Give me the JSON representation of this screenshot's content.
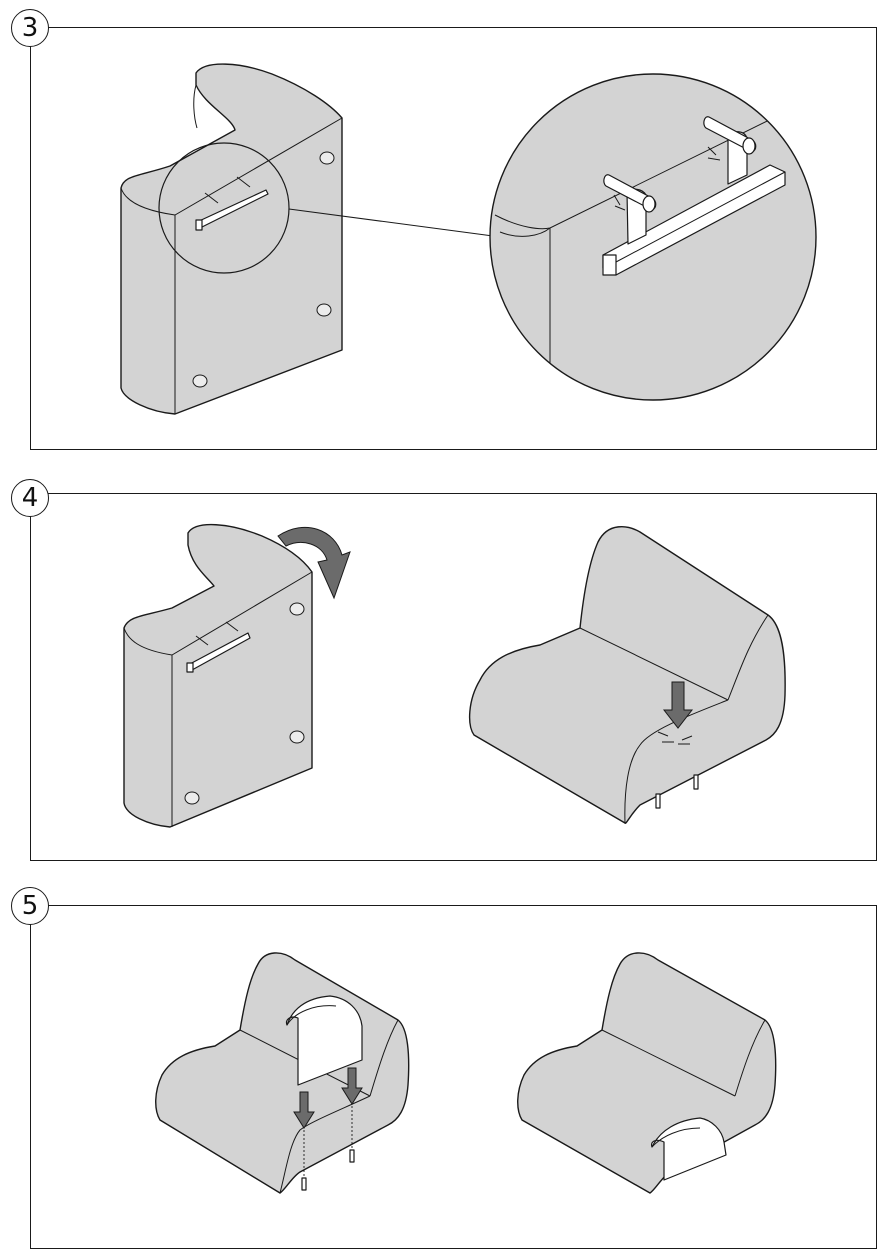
{
  "steps": [
    {
      "number": "3"
    },
    {
      "number": "4"
    },
    {
      "number": "5"
    }
  ],
  "colors": {
    "fabric_grey": "#d3d3d3",
    "outline": "#1a1a1a",
    "arrow_grey": "#6b6b6b",
    "cover_white": "#ffffff"
  },
  "icons": [
    "rotate-arrow-icon",
    "press-down-arrow-icon",
    "insert-down-arrow-icon"
  ]
}
